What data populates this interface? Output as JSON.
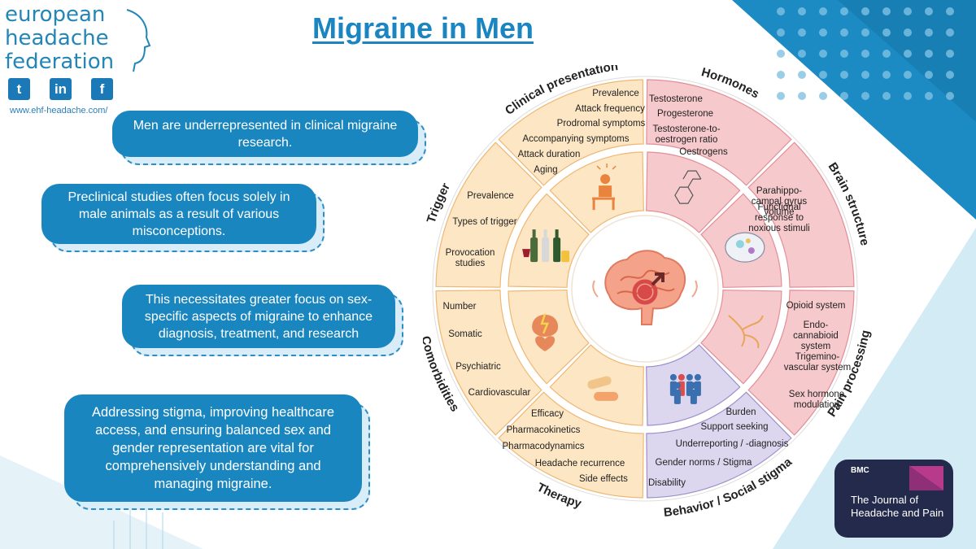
{
  "title": "Migraine in Men",
  "logo": {
    "lines": [
      "european",
      "headache",
      "federation"
    ],
    "website": "www.ehf-headache.com/",
    "social": [
      {
        "name": "twitter-icon",
        "glyph": "t"
      },
      {
        "name": "linkedin-icon",
        "glyph": "in"
      },
      {
        "name": "facebook-icon",
        "glyph": "f"
      }
    ]
  },
  "boxes": [
    "Men are underrepresented in clinical migraine research.",
    "Preclinical studies often focus solely in male animals as a result of various misconceptions.",
    "This necessitates greater focus on sex-specific aspects of migraine to enhance diagnosis, treatment, and research",
    "Addressing stigma, improving healthcare access, and ensuring balanced sex and gender representation are vital for comprehensively understanding and managing migraine."
  ],
  "journal": {
    "publisher": "BMC",
    "name_line1": "The Journal of",
    "name_line2": "Headache and Pain"
  },
  "wheel": {
    "segments": [
      {
        "title": "Hormones",
        "fill": "#f6c9cc",
        "items": [
          "Testosterone",
          "Progesterone",
          "Testosterone-to-oestrogen ratio",
          "Oestrogens"
        ]
      },
      {
        "title": "Brain structure",
        "fill": "#f6c9cc",
        "items": [
          "Parahippo-campal gyrus volume",
          "Functional response to noxious stimuli"
        ]
      },
      {
        "title": "Pain processing",
        "fill": "#f6c9cc",
        "items": [
          "Opioid system",
          "Endo-cannabioid system",
          "Trigemino-vascular system",
          "Sex hormone modulation"
        ]
      },
      {
        "title": "Behavior / Social stigma",
        "fill": "#dcd6ee",
        "items": [
          "Burden",
          "Support seeking",
          "Underreporting / -diagnosis",
          "Gender norms / Stigma",
          "Disability"
        ]
      },
      {
        "title": "Therapy",
        "fill": "#fde6c4",
        "items": [
          "Efficacy",
          "Pharmacokinetics",
          "Pharmacodynamics",
          "Headache recurrence",
          "Side effects"
        ]
      },
      {
        "title": "Comorbidities",
        "fill": "#fde6c4",
        "items": [
          "Number",
          "Somatic",
          "Psychiatric",
          "Cardiovascular"
        ]
      },
      {
        "title": "Trigger",
        "fill": "#fde6c4",
        "items": [
          "Prevalence",
          "Types of trigger",
          "Provocation studies"
        ]
      },
      {
        "title": "Clinical presentation",
        "fill": "#fde6c4",
        "items": [
          "Prevalence",
          "Attack frequency",
          "Prodromal symptoms",
          "Accompanying symptoms",
          "Attack duration",
          "Aging"
        ]
      }
    ],
    "colors": {
      "pink": "#f6c9cc",
      "pink_stroke": "#e28f97",
      "lavender": "#dcd6ee",
      "lavender_stroke": "#9c90c9",
      "peach": "#fde6c4",
      "peach_stroke": "#efb774",
      "brain": "#f4a38a",
      "male_symbol": "#d84a4a"
    }
  },
  "colors": {
    "brand_blue": "#1a86bf",
    "title_blue": "#1a85c1",
    "bmc_navy": "#232a4b"
  }
}
